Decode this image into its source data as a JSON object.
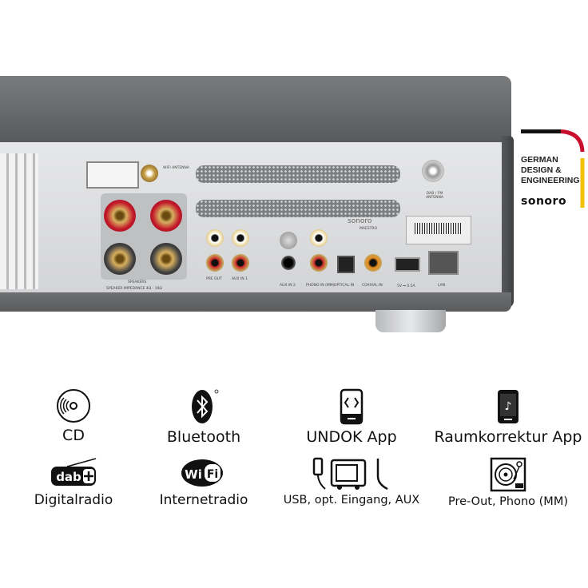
{
  "badge": {
    "lines": [
      "GERMAN",
      "DESIGN &",
      "ENGINEERING"
    ],
    "brand": "sonoro",
    "colors": {
      "black": "#111111",
      "red": "#c8102e",
      "gold": "#f2c200"
    }
  },
  "panel": {
    "wifi_antenna": "WIFI ANTENNA",
    "speakers": "SPEAKERS",
    "speaker_impedance": "SPEAKER IMPEDANCE 4Ω - 16Ω",
    "pre_out": "PRE OUT",
    "aux_in_1": "AUX IN 1",
    "aux_in_2": "AUX IN 2",
    "phono_in": "PHONO IN (MM)",
    "optical_in": "OPTICAL IN",
    "coaxial_in": "COAXIAL IN",
    "usb": "5V ⎓ 0.5A",
    "lan": "LAN",
    "dab_fm": "DAB / FM ANTENNA",
    "brand": "sonoro",
    "model": "MAESTRO"
  },
  "features": [
    {
      "label": "CD",
      "icon": "cd-icon"
    },
    {
      "label": "Bluetooth",
      "icon": "bluetooth-icon"
    },
    {
      "label": "UNDOK App",
      "icon": "smartphone-app-icon"
    },
    {
      "label": "Raumkorrektur App",
      "icon": "room-correction-phone-icon"
    },
    {
      "label": "Digitalradio",
      "icon": "dab-plus-icon"
    },
    {
      "label": "Internetradio",
      "icon": "wifi-icon"
    },
    {
      "label": "USB, opt. Eingang, AUX",
      "icon": "usb-optical-aux-icon"
    },
    {
      "label": "Pre-Out, Phono (MM)",
      "icon": "turntable-icon"
    }
  ]
}
